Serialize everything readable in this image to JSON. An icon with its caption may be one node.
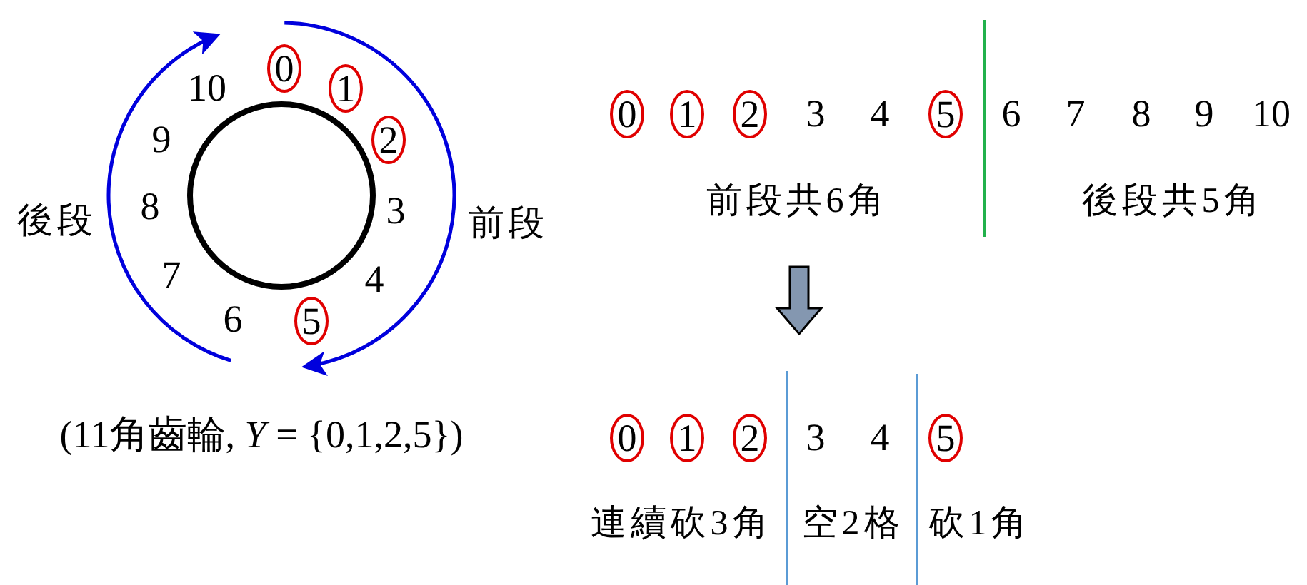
{
  "diagram": {
    "nodes": [
      {
        "text": [],
        "shape": "circle"
      },
      {
        "text": [
          "0"
        ]
      },
      {
        "text": [
          "1"
        ]
      },
      {
        "text": [
          "2"
        ]
      },
      {
        "text": [
          "5"
        ]
      },
      {
        "text": [
          "0"
        ]
      },
      {
        "text": [
          "1"
        ]
      },
      {
        "text": [
          "2"
        ]
      },
      {
        "text": [
          "5"
        ]
      },
      {
        "text": [
          "0"
        ]
      },
      {
        "text": [
          "1"
        ]
      },
      {
        "text": [
          "2"
        ]
      },
      {
        "text": [
          "5"
        ]
      }
    ],
    "labels": [
      "10",
      "9",
      "8",
      "3",
      "7",
      "4",
      "6",
      "後段",
      "前段",
      "3",
      "4",
      "6",
      "7",
      "8",
      "9",
      "10",
      "前段共6角",
      "後段共5角",
      "(11角齒輪, *Y* = {0,1,2,5})",
      "3",
      "4",
      "連續砍3角",
      "空2格",
      "砍1角"
    ]
  }
}
